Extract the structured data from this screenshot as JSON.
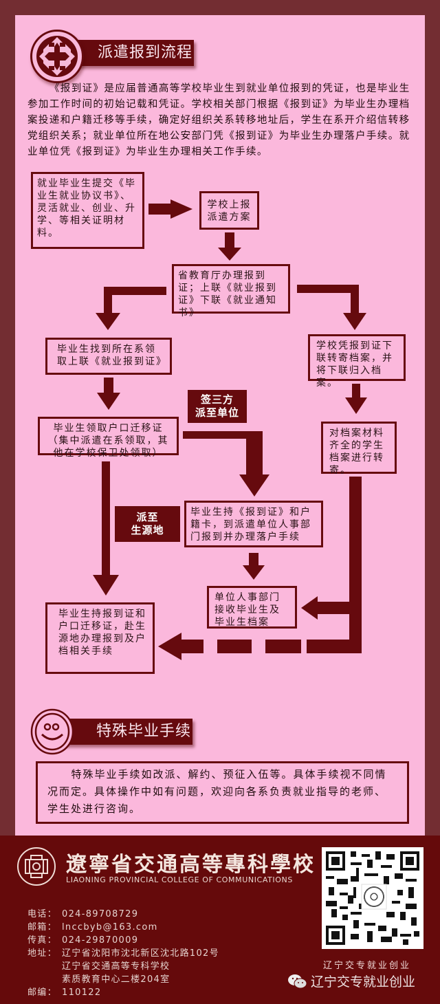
{
  "section1": {
    "title": "派遣报到流程",
    "icon": "arrows-cross-icon",
    "intro": "《报到证》是应届普通高等学校毕业生到就业单位报到的凭证，也是毕业生参加工作时间的初始记载和凭证。学校相关部门根据《报到证》为毕业生办理档案投递和户籍迁移等手续，确定好组织关系转移地址后，学生在系开介绍信转移党组织关系；就业单位所在地公安部门凭《报到证》为毕业生办理落户手续。就业单位凭《报到证》为毕业生办理相关工作手续。"
  },
  "flowchart": {
    "steps": {
      "submit": "就业毕业生提交《毕业生就业协议书》、灵活就业、创业、升学、等相关证明材料。",
      "school_report": "学校上报派遣方案",
      "province": "省教育厅办理报到证；上联《就业报到证》下联《就业通知书》",
      "collect_upper": "毕业生找到所在系领取上联《就业报到证》",
      "school_mail": "学校凭报到证下联转寄档案，并将下联归入档案。",
      "hukou": "毕业生领取户口迁移证（集中派遣在系领取，其他在学校保卫处领取）",
      "archive_forward": "对档案材料齐全的学生档案进行转寄。",
      "unit_report": "毕业生持《报到证》和户籍卡，到派遣单位人事部门报到并办理落户手续",
      "unit_receive": "单位人事部门接收毕业生及毕业生档案",
      "origin_report": "毕业生持报到证和户口迁移证，赴生源地办理报到及户档相关手续"
    },
    "labels": {
      "to_unit": [
        "签三方",
        "派至单位"
      ],
      "to_origin": [
        "派至",
        "生源地"
      ]
    }
  },
  "section2": {
    "title": "特殊毕业手续",
    "icon": "smiley-face-icon",
    "text": "特殊毕业手续如改派、解约、预征入伍等。具体手续视不同情况而定。具体操作中如有问题，欢迎向各系负责就业指导的老师、学生处进行咨询。"
  },
  "footer": {
    "school_cn": "遼寧省交通高等專科學校",
    "school_en": "LIAONING PROVINCIAL COLLEGE OF COMMUNICATIONS",
    "contacts": [
      {
        "key": "电话：",
        "value": "024-89708729"
      },
      {
        "key": "邮箱：",
        "value": "lnccbyb@163.com"
      },
      {
        "key": "传真：",
        "value": "024-29870009"
      },
      {
        "key": "地址：",
        "value": "辽宁省沈阳市沈北新区沈北路102号"
      },
      {
        "key": "",
        "value": "辽宁省交通高等专科学校"
      },
      {
        "key": "",
        "value": "素质教育中心二楼204室"
      },
      {
        "key": "邮编：",
        "value": "110122"
      }
    ],
    "qr_caption": "辽宁交专就业创业",
    "watermark": "辽宁交专就业创业"
  },
  "colors": {
    "frame": "#732d32",
    "panel": "#fbb8dc",
    "dark_red": "#660a0e",
    "footer": "#650a0b"
  }
}
